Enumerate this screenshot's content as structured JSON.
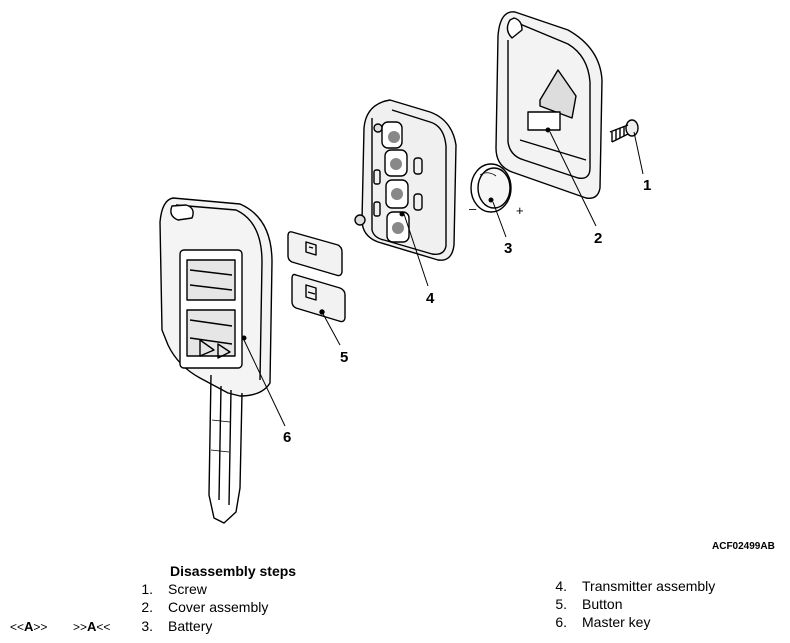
{
  "callouts": [
    "1",
    "2",
    "3",
    "4",
    "5",
    "6"
  ],
  "battery_signs": {
    "minus": "–",
    "plus": "+"
  },
  "figure_code": "ACF02499AB",
  "steps_title": "Disassembly steps",
  "steps": [
    {
      "num": "1.",
      "label": "Screw"
    },
    {
      "num": "2.",
      "label": "Cover assembly"
    },
    {
      "num": "3.",
      "label": "Battery"
    },
    {
      "num": "4.",
      "label": "Transmitter assembly"
    },
    {
      "num": "5.",
      "label": "Button"
    },
    {
      "num": "6.",
      "label": "Master key"
    }
  ],
  "references": {
    "left_pre": "<<",
    "left_letter": "A",
    "left_post": ">>",
    "right_pre": ">>",
    "right_letter": "A",
    "right_post": "<<"
  }
}
